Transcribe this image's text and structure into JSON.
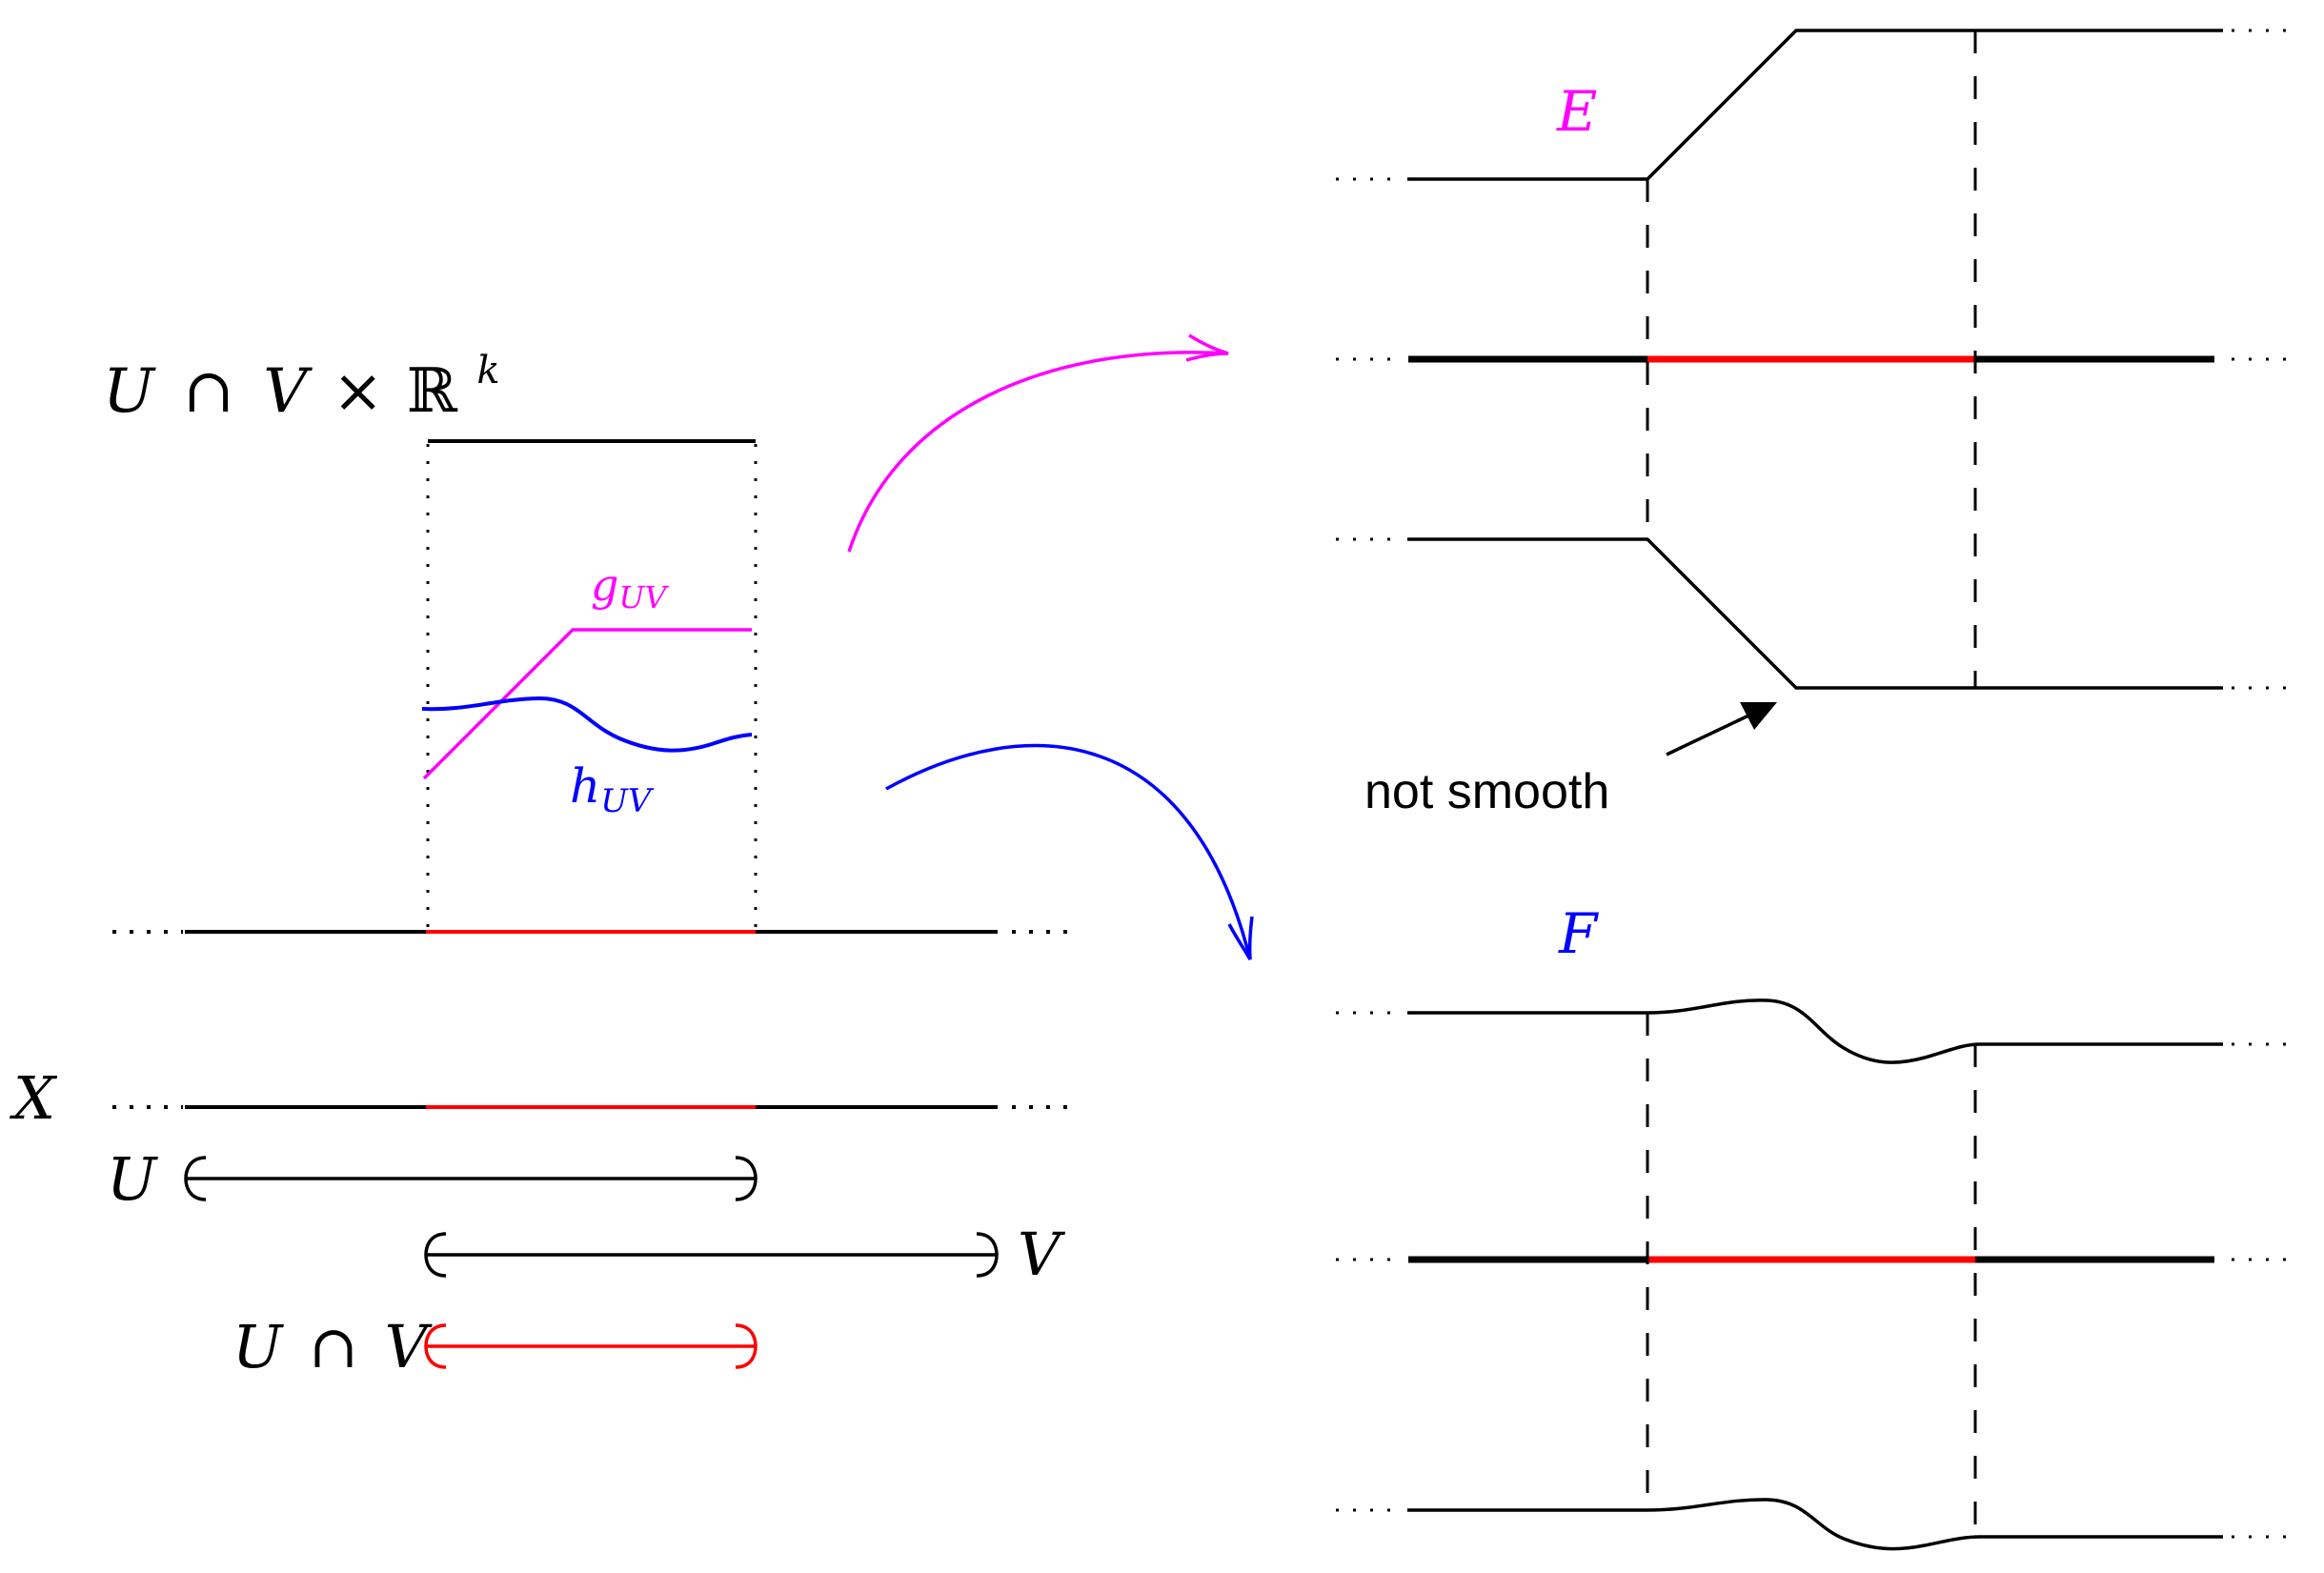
{
  "colors": {
    "black": "#000000",
    "red": "#ff0000",
    "magenta": "#ff00ff",
    "blue": "#0000ff"
  },
  "left_figure": {
    "product_label": {
      "u": "U",
      "cap": "∩",
      "v": "V",
      "times": "×",
      "R": "ℝ",
      "exp": "k"
    },
    "g_label": {
      "main": "g",
      "sub": "UV"
    },
    "h_label": {
      "main": "h",
      "sub": "UV"
    },
    "x_label": "X",
    "u_label": "U",
    "v_label": "V",
    "intersection_label": {
      "u": "U",
      "cap": "∩",
      "v": "V"
    }
  },
  "right_figure": {
    "e_label": "E",
    "f_label": "F",
    "annotation": "not smooth"
  }
}
